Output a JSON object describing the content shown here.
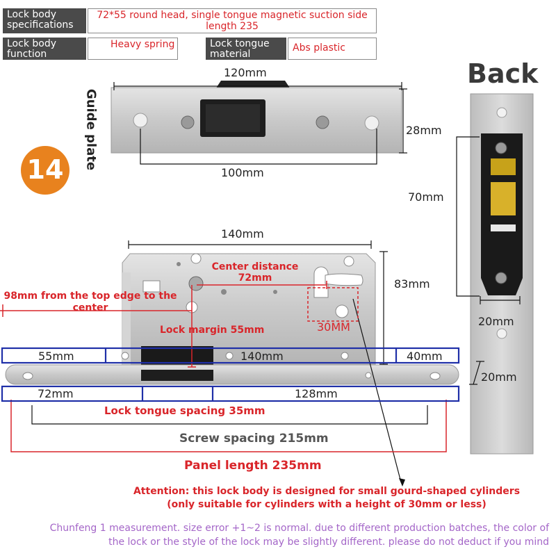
{
  "specs": {
    "body_spec_label": "Lock body specifications",
    "body_spec_value": "72*55 round head, single tongue magnetic suction side length 235",
    "body_function_label": "Lock body function",
    "body_function_value": "Heavy spring",
    "tongue_material_label": "Lock tongue material",
    "tongue_material_value": "Abs plastic"
  },
  "badge": {
    "number": "14"
  },
  "guide_plate": {
    "title": "Guide plate",
    "width": "120mm",
    "height": "28mm",
    "hole_spacing": "100mm"
  },
  "back": {
    "title": "Back",
    "height": "70mm",
    "width": "20mm"
  },
  "lock_body": {
    "width": "140mm",
    "height": "83mm",
    "center_distance_line1": "Center distance",
    "center_distance_line2": "72mm",
    "top_edge_line1": "98mm from the top edge to the",
    "top_edge_line2": "center",
    "lock_margin": "Lock margin 55mm",
    "cylinder_height": "30MM",
    "left_section": "55mm",
    "middle_section": "140mm",
    "right_section": "40mm",
    "thickness": "20mm",
    "seg_72": "72mm",
    "seg_128": "128mm",
    "tongue_spacing": "Lock tongue spacing 35mm",
    "screw_spacing": "Screw spacing 215mm",
    "panel_length": "Panel length 235mm"
  },
  "notes": {
    "attention_line1": "Attention: this lock body is designed for small gourd-shaped cylinders",
    "attention_line2": "(only suitable for cylinders with a height of 30mm or less)",
    "disclaimer_line1": "Chunfeng 1 measurement. size error +1~2 is normal. due to different production batches, the color of",
    "disclaimer_line2": "the lock or the style of the lock may be slightly different. please do not deduct if you mind"
  },
  "colors": {
    "accent_red": "#d9252a",
    "dim_blue": "#1f2fa8",
    "badge_orange": "#e8821e",
    "disclaimer_purple": "#a466c8",
    "steel": "#c8c8c8"
  }
}
